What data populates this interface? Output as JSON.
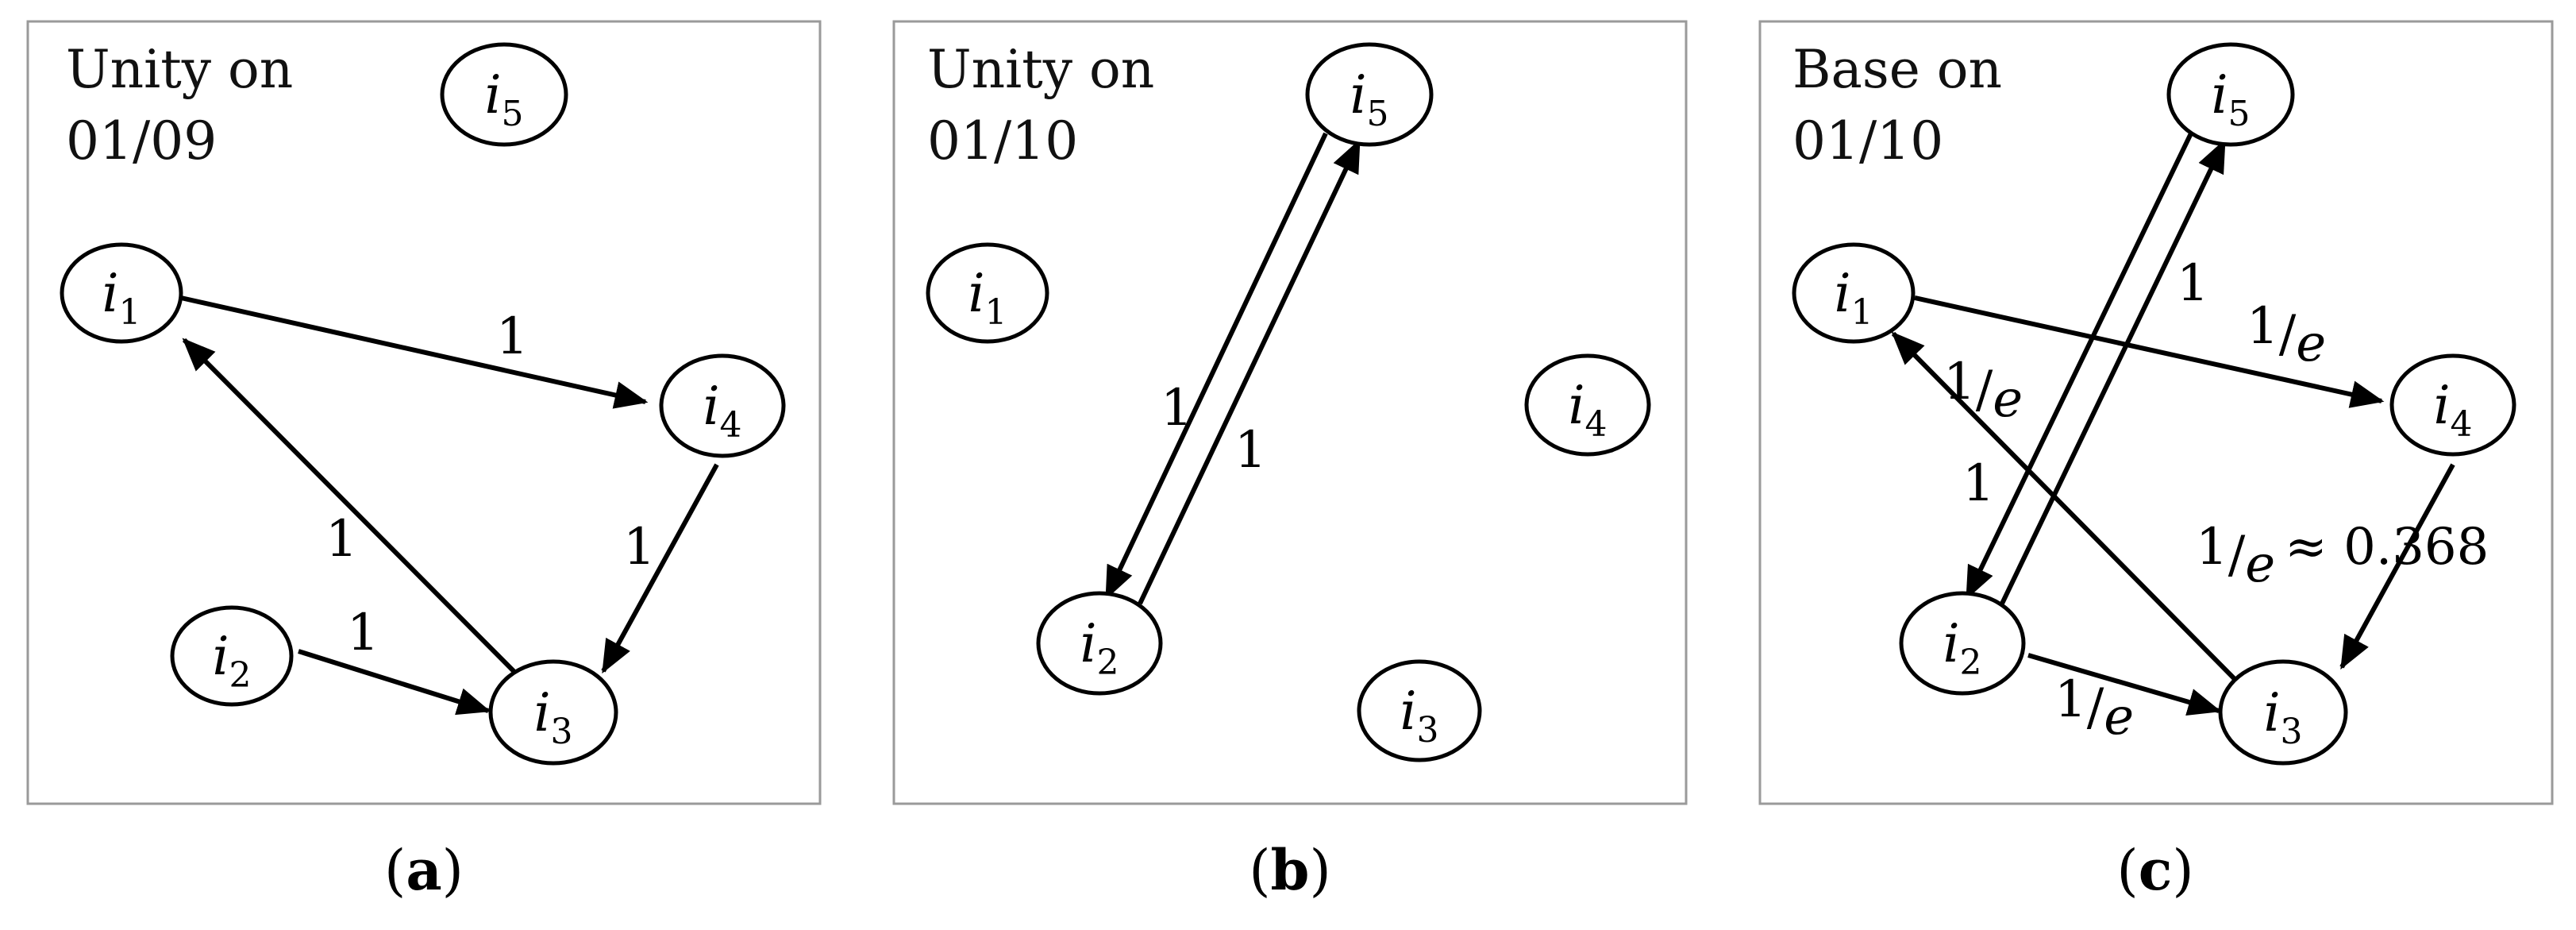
{
  "panels": [
    {
      "id": "a",
      "title_line1": "Unity on",
      "title_line2": "01/09",
      "caption_open": "(",
      "caption_letter": "a",
      "caption_close": ")",
      "nodes": [
        {
          "main": "i",
          "sub": "1"
        },
        {
          "main": "i",
          "sub": "2"
        },
        {
          "main": "i",
          "sub": "3"
        },
        {
          "main": "i",
          "sub": "4"
        },
        {
          "main": "i",
          "sub": "5"
        }
      ],
      "edges": [
        {
          "from": "i1",
          "to": "i4",
          "label": "1"
        },
        {
          "from": "i4",
          "to": "i3",
          "label": "1"
        },
        {
          "from": "i3",
          "to": "i1",
          "label": "1"
        },
        {
          "from": "i2",
          "to": "i3",
          "label": "1"
        }
      ]
    },
    {
      "id": "b",
      "title_line1": "Unity on",
      "title_line2": "01/10",
      "caption_open": "(",
      "caption_letter": "b",
      "caption_close": ")",
      "nodes": [
        {
          "main": "i",
          "sub": "1"
        },
        {
          "main": "i",
          "sub": "2"
        },
        {
          "main": "i",
          "sub": "3"
        },
        {
          "main": "i",
          "sub": "4"
        },
        {
          "main": "i",
          "sub": "5"
        }
      ],
      "edges": [
        {
          "from": "i5",
          "to": "i2",
          "label": "1"
        },
        {
          "from": "i2",
          "to": "i5",
          "label": "1"
        }
      ]
    },
    {
      "id": "c",
      "title_line1": "Base on",
      "title_line2": "01/10",
      "caption_open": "(",
      "caption_letter": "c",
      "caption_close": ")",
      "nodes": [
        {
          "main": "i",
          "sub": "1"
        },
        {
          "main": "i",
          "sub": "2"
        },
        {
          "main": "i",
          "sub": "3"
        },
        {
          "main": "i",
          "sub": "4"
        },
        {
          "main": "i",
          "sub": "5"
        }
      ],
      "edges": [
        {
          "from": "i1",
          "to": "i4",
          "label_num": "1",
          "label_slash": "/",
          "label_den": "e"
        },
        {
          "from": "i3",
          "to": "i1",
          "label_num": "1",
          "label_slash": "/",
          "label_den": "e"
        },
        {
          "from": "i2",
          "to": "i3",
          "label_num": "1",
          "label_slash": "/",
          "label_den": "e"
        },
        {
          "from": "i4",
          "to": "i3",
          "label_num": "1",
          "label_slash": "/",
          "label_den": "e",
          "label_approx": "≈ 0.368"
        },
        {
          "from": "i5",
          "to": "i2",
          "label": "1"
        },
        {
          "from": "i2",
          "to": "i5",
          "label": "1"
        }
      ]
    }
  ]
}
